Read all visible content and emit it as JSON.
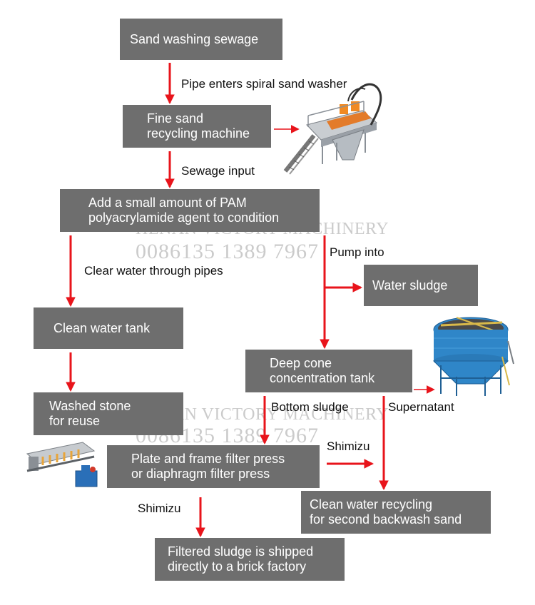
{
  "boxes": {
    "sand_washing_sewage": "Sand washing sewage",
    "fine_sand_machine": [
      "Fine sand",
      "recycling machine"
    ],
    "add_pam": [
      "Add a small amount of PAM",
      "polyacrylamide agent to condition"
    ],
    "water_sludge": "Water sludge",
    "clean_water_tank": "Clean water tank",
    "deep_cone_tank": [
      "Deep cone",
      "concentration tank"
    ],
    "washed_stone": [
      "Washed stone",
      "for reuse"
    ],
    "filter_press": [
      "Plate and frame filter press",
      "or diaphragm filter press"
    ],
    "clean_water_recycling": [
      "Clean water recycling",
      "for second backwash sand"
    ],
    "filtered_sludge": [
      "Filtered sludge is shipped",
      "directly to a brick factory"
    ]
  },
  "labels": {
    "pipe_enters": "Pipe enters spiral sand washer",
    "sewage_input": "Sewage input",
    "pump_into": "Pump into",
    "clear_water_pipes": "Clear water through pipes",
    "bottom_sludge": "Bottom sludge",
    "supernatant": "Supernatant",
    "shimizu_right": "Shimizu",
    "shimizu_bottom": "Shimizu"
  },
  "watermark": {
    "company": "HENAN VICTORY MACHINERY",
    "phone": "0086135 1389 7967"
  },
  "colors": {
    "box_fill": "#6e6e6e",
    "box_text": "#ffffff",
    "arrow": "#e8141b"
  }
}
